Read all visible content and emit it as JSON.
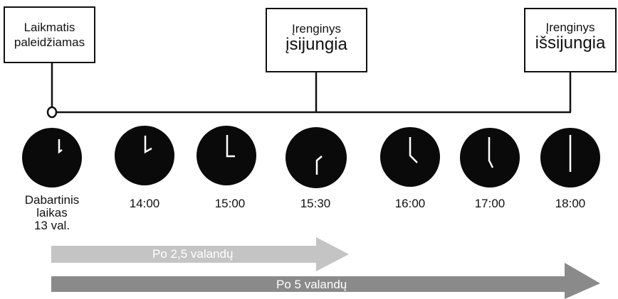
{
  "boxes": [
    {
      "line1": "Laikmatis",
      "line2": "paleidžiamas"
    },
    {
      "line1": "Įrenginys",
      "line2": "įsijungia"
    },
    {
      "line1": "Įrenginys",
      "line2": "išsijungia"
    }
  ],
  "clock_labels": {
    "now": [
      "Dabartinis",
      "laikas",
      "13 val."
    ],
    "t1": "14:00",
    "t2": "15:00",
    "t3": "15:30",
    "t4": "16:00",
    "t5": "17:00",
    "t6": "18:00"
  },
  "arrows": {
    "short": "Po 2,5 valandų",
    "long": "Po 5 valandų"
  },
  "colors": {
    "line": "#111111",
    "clock": "#0a0a0a",
    "hand": "#ffffff",
    "arrow_short": "#c4c4c4",
    "arrow_long": "#8a8a8a"
  }
}
